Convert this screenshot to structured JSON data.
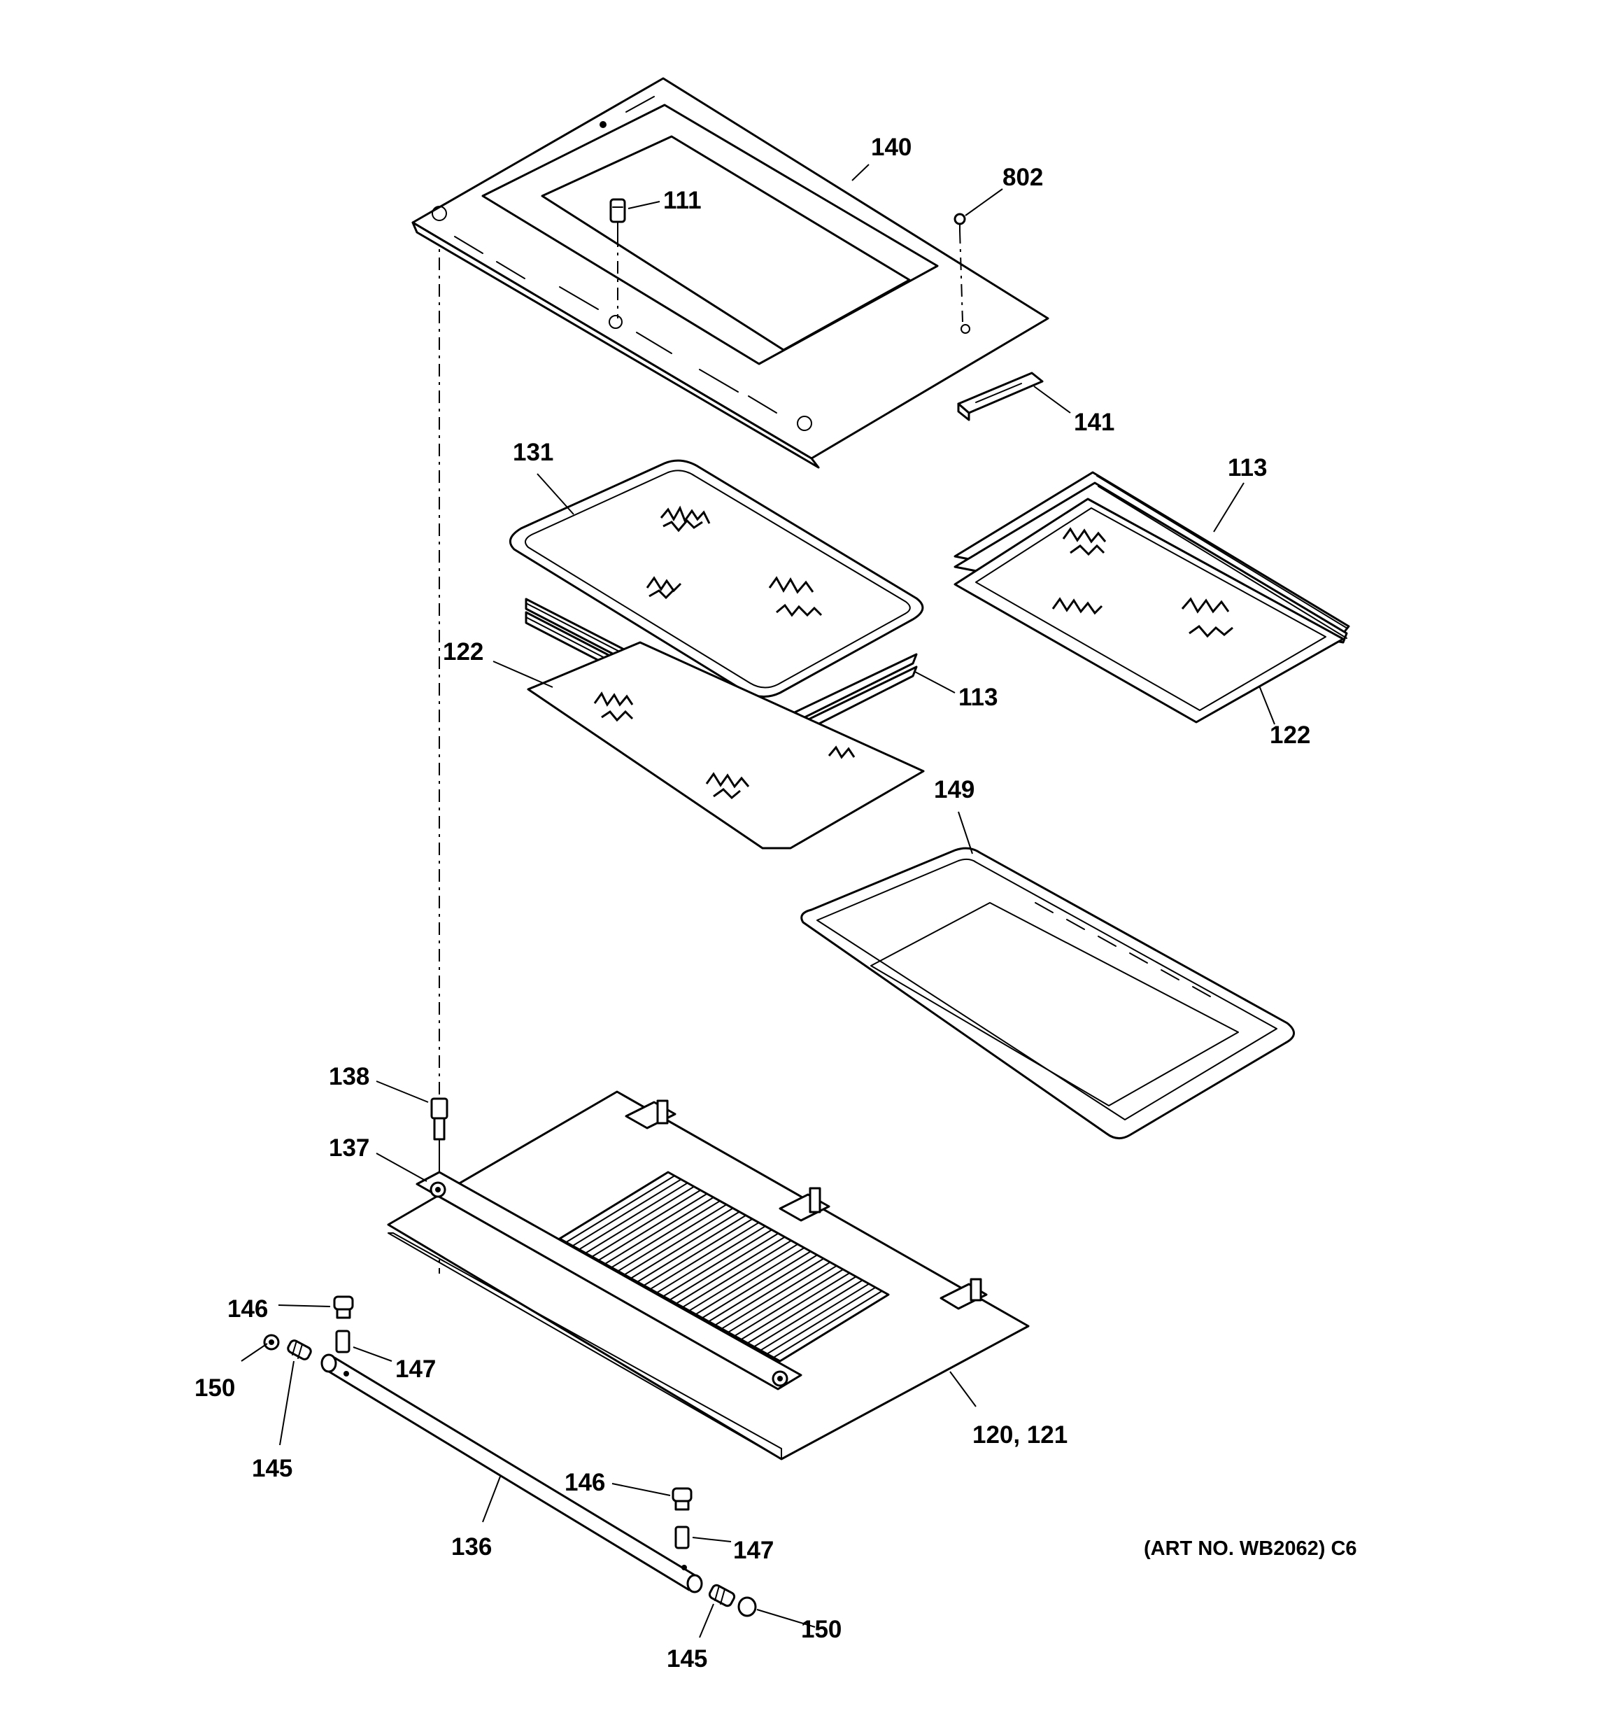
{
  "diagram": {
    "art_note": "(ART NO. WB2062) C6",
    "callouts": {
      "p140": "140",
      "p802": "802",
      "p111": "111",
      "p141": "141",
      "p131": "131",
      "p113a": "113",
      "p113b": "113",
      "p122a": "122",
      "p122b": "122",
      "p149": "149",
      "p138": "138",
      "p137": "137",
      "p120_121": "120, 121",
      "p146a": "146",
      "p147a": "147",
      "p150a": "150",
      "p145a": "145",
      "p136": "136",
      "p146b": "146",
      "p147b": "147",
      "p150b": "150",
      "p145b": "145"
    }
  }
}
